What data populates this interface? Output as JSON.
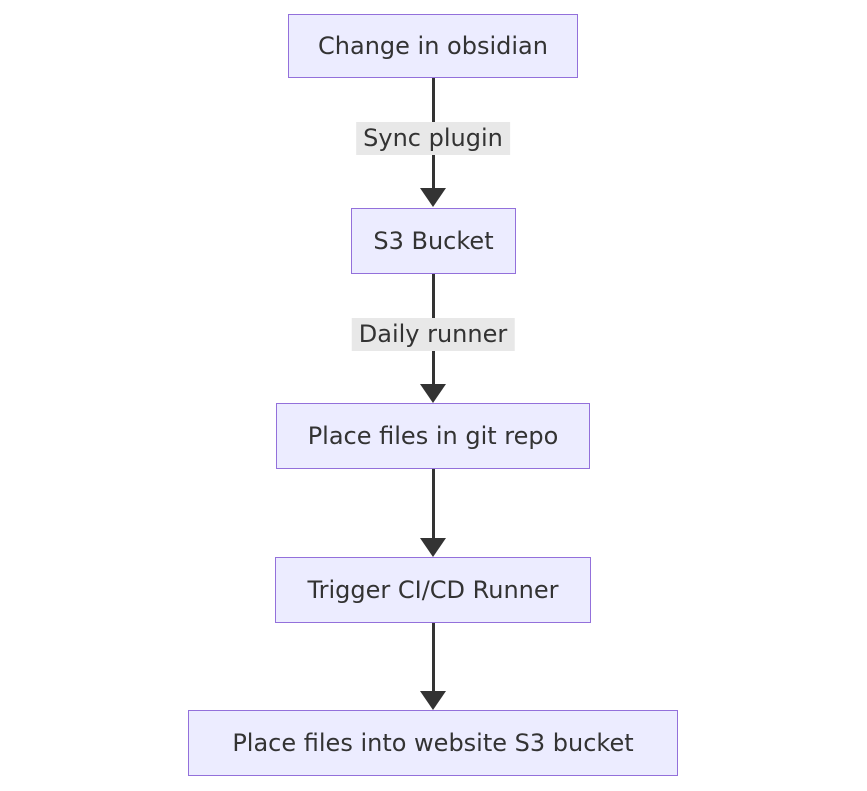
{
  "diagram": {
    "type": "flowchart-top-down",
    "nodes": [
      {
        "id": "node-1",
        "label": "Change in obsidian"
      },
      {
        "id": "node-2",
        "label": "S3 Bucket"
      },
      {
        "id": "node-3",
        "label": "Place files in git repo"
      },
      {
        "id": "node-4",
        "label": "Trigger CI/CD Runner"
      },
      {
        "id": "node-5",
        "label": "Place files into website S3 bucket"
      }
    ],
    "edges": [
      {
        "from": "node-1",
        "to": "node-2",
        "label": "Sync plugin"
      },
      {
        "from": "node-2",
        "to": "node-3",
        "label": "Daily runner"
      },
      {
        "from": "node-3",
        "to": "node-4",
        "label": ""
      },
      {
        "from": "node-4",
        "to": "node-5",
        "label": ""
      }
    ],
    "colors": {
      "node_fill": "#ECECFF",
      "node_border": "#9370DB",
      "edge_line": "#333333",
      "edge_label_background": "#e8e8e8",
      "text": "#333333",
      "page_background": "#ffffff"
    }
  }
}
